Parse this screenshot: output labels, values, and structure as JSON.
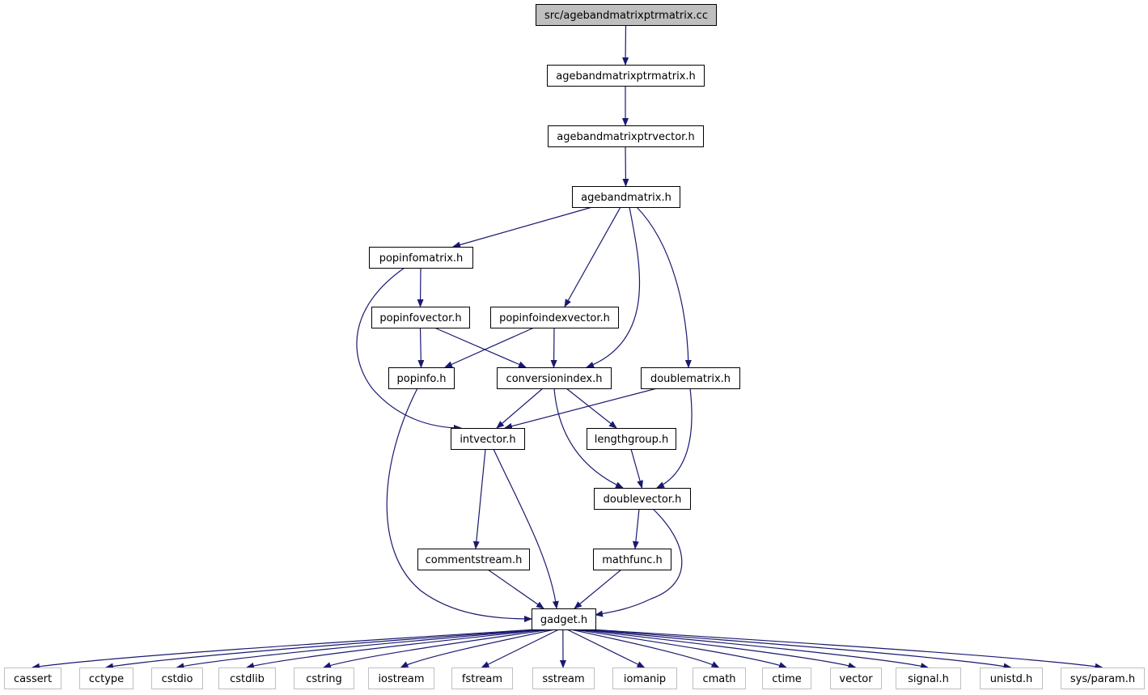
{
  "graph": {
    "colors": {
      "edge": "#191970",
      "node_border": "#000000",
      "root_fill": "#bfbfbf",
      "external_border": "#bfbfbf",
      "background": "#ffffff"
    },
    "nodes": [
      {
        "id": "root",
        "label": "src/agebandmatrixptrmatrix.cc",
        "kind": "root"
      },
      {
        "id": "agebandmatrixptrmatrix_h",
        "label": "agebandmatrixptrmatrix.h",
        "kind": "file"
      },
      {
        "id": "agebandmatrixptrvector_h",
        "label": "agebandmatrixptrvector.h",
        "kind": "file"
      },
      {
        "id": "agebandmatrix_h",
        "label": "agebandmatrix.h",
        "kind": "file"
      },
      {
        "id": "popinfomatrix_h",
        "label": "popinfomatrix.h",
        "kind": "file"
      },
      {
        "id": "popinfovector_h",
        "label": "popinfovector.h",
        "kind": "file"
      },
      {
        "id": "popinfoindexvector_h",
        "label": "popinfoindexvector.h",
        "kind": "file"
      },
      {
        "id": "popinfo_h",
        "label": "popinfo.h",
        "kind": "file"
      },
      {
        "id": "conversionindex_h",
        "label": "conversionindex.h",
        "kind": "file"
      },
      {
        "id": "doublematrix_h",
        "label": "doublematrix.h",
        "kind": "file"
      },
      {
        "id": "intvector_h",
        "label": "intvector.h",
        "kind": "file"
      },
      {
        "id": "lengthgroup_h",
        "label": "lengthgroup.h",
        "kind": "file"
      },
      {
        "id": "doublevector_h",
        "label": "doublevector.h",
        "kind": "file"
      },
      {
        "id": "commentstream_h",
        "label": "commentstream.h",
        "kind": "file"
      },
      {
        "id": "mathfunc_h",
        "label": "mathfunc.h",
        "kind": "file"
      },
      {
        "id": "gadget_h",
        "label": "gadget.h",
        "kind": "file"
      },
      {
        "id": "cassert",
        "label": "cassert",
        "kind": "external"
      },
      {
        "id": "cctype",
        "label": "cctype",
        "kind": "external"
      },
      {
        "id": "cstdio",
        "label": "cstdio",
        "kind": "external"
      },
      {
        "id": "cstdlib",
        "label": "cstdlib",
        "kind": "external"
      },
      {
        "id": "cstring",
        "label": "cstring",
        "kind": "external"
      },
      {
        "id": "iostream",
        "label": "iostream",
        "kind": "external"
      },
      {
        "id": "fstream",
        "label": "fstream",
        "kind": "external"
      },
      {
        "id": "sstream",
        "label": "sstream",
        "kind": "external"
      },
      {
        "id": "iomanip",
        "label": "iomanip",
        "kind": "external"
      },
      {
        "id": "cmath",
        "label": "cmath",
        "kind": "external"
      },
      {
        "id": "ctime",
        "label": "ctime",
        "kind": "external"
      },
      {
        "id": "vector",
        "label": "vector",
        "kind": "external"
      },
      {
        "id": "signal_h",
        "label": "signal.h",
        "kind": "external"
      },
      {
        "id": "unistd_h",
        "label": "unistd.h",
        "kind": "external"
      },
      {
        "id": "sys_param_h",
        "label": "sys/param.h",
        "kind": "external"
      }
    ],
    "edges": [
      [
        "root",
        "agebandmatrixptrmatrix_h"
      ],
      [
        "agebandmatrixptrmatrix_h",
        "agebandmatrixptrvector_h"
      ],
      [
        "agebandmatrixptrvector_h",
        "agebandmatrix_h"
      ],
      [
        "agebandmatrix_h",
        "popinfomatrix_h"
      ],
      [
        "agebandmatrix_h",
        "popinfoindexvector_h"
      ],
      [
        "agebandmatrix_h",
        "conversionindex_h"
      ],
      [
        "agebandmatrix_h",
        "doublematrix_h"
      ],
      [
        "popinfomatrix_h",
        "popinfovector_h"
      ],
      [
        "popinfomatrix_h",
        "intvector_h"
      ],
      [
        "popinfovector_h",
        "popinfo_h"
      ],
      [
        "popinfovector_h",
        "conversionindex_h"
      ],
      [
        "popinfoindexvector_h",
        "popinfo_h"
      ],
      [
        "popinfoindexvector_h",
        "conversionindex_h"
      ],
      [
        "popinfo_h",
        "gadget_h"
      ],
      [
        "conversionindex_h",
        "intvector_h"
      ],
      [
        "conversionindex_h",
        "lengthgroup_h"
      ],
      [
        "conversionindex_h",
        "doublevector_h"
      ],
      [
        "doublematrix_h",
        "intvector_h"
      ],
      [
        "doublematrix_h",
        "doublevector_h"
      ],
      [
        "intvector_h",
        "commentstream_h"
      ],
      [
        "intvector_h",
        "gadget_h"
      ],
      [
        "lengthgroup_h",
        "doublevector_h"
      ],
      [
        "doublevector_h",
        "mathfunc_h"
      ],
      [
        "doublevector_h",
        "gadget_h"
      ],
      [
        "commentstream_h",
        "gadget_h"
      ],
      [
        "mathfunc_h",
        "gadget_h"
      ],
      [
        "gadget_h",
        "cassert"
      ],
      [
        "gadget_h",
        "cctype"
      ],
      [
        "gadget_h",
        "cstdio"
      ],
      [
        "gadget_h",
        "cstdlib"
      ],
      [
        "gadget_h",
        "cstring"
      ],
      [
        "gadget_h",
        "iostream"
      ],
      [
        "gadget_h",
        "fstream"
      ],
      [
        "gadget_h",
        "sstream"
      ],
      [
        "gadget_h",
        "iomanip"
      ],
      [
        "gadget_h",
        "cmath"
      ],
      [
        "gadget_h",
        "ctime"
      ],
      [
        "gadget_h",
        "vector"
      ],
      [
        "gadget_h",
        "signal_h"
      ],
      [
        "gadget_h",
        "unistd_h"
      ],
      [
        "gadget_h",
        "sys_param_h"
      ]
    ]
  }
}
